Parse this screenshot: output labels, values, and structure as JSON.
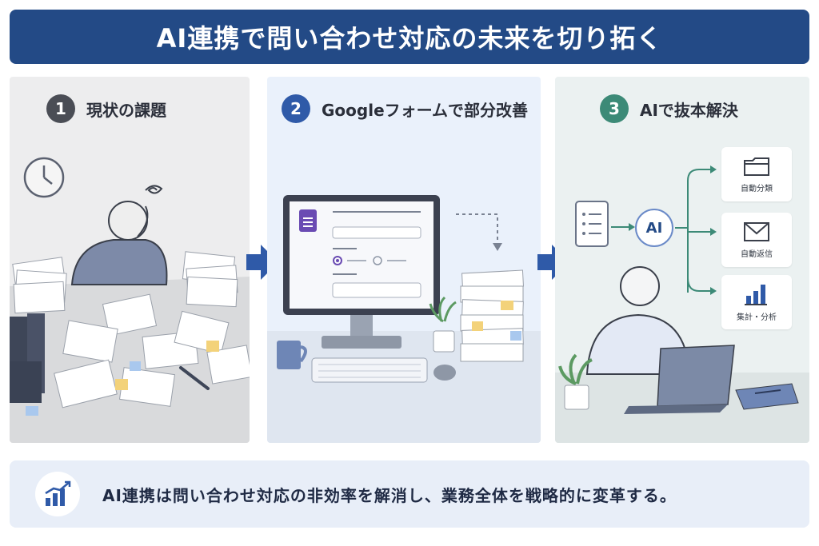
{
  "title": "AI連携で問い合わせ対応の未来を切り拓く",
  "steps": [
    {
      "number": "1",
      "title": "現状の課題"
    },
    {
      "number": "2",
      "title": "Googleフォームで部分改善"
    },
    {
      "number": "3",
      "title": "AIで抜本解決"
    }
  ],
  "ai_flow": {
    "center_label": "AI",
    "outputs": [
      {
        "label": "自動分類",
        "icon": "folder-icon"
      },
      {
        "label": "自動返信",
        "icon": "mail-icon"
      },
      {
        "label": "集計・分析",
        "icon": "bar-chart-icon"
      }
    ]
  },
  "footer": {
    "text": "AI連携は問い合わせ対応の非効率を解消し、業務全体を戦略的に変革する。",
    "icon": "trend-chart-icon"
  },
  "colors": {
    "banner": "#234a86",
    "step1": "#4a4d55",
    "step2": "#2f5aa8",
    "step3": "#3c8a77",
    "arrow": "#2f5aa8",
    "flow_line": "#3c8a77"
  }
}
